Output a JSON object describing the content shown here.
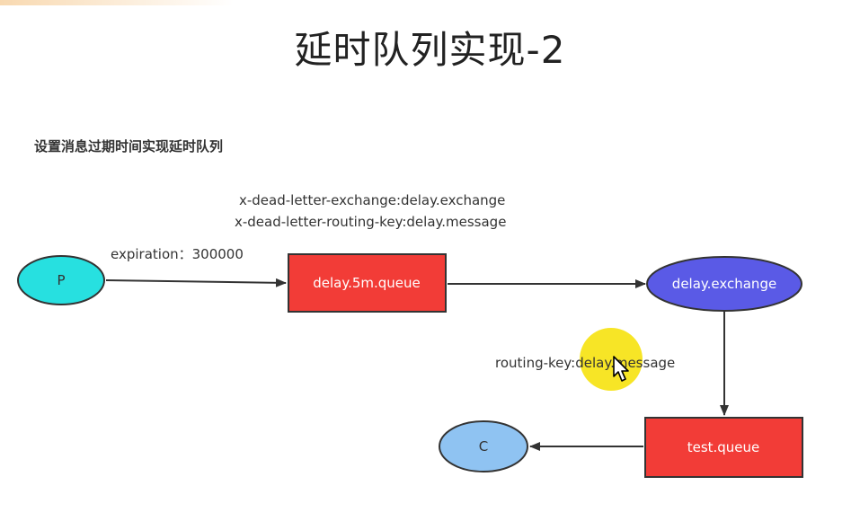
{
  "title": "延时队列实现-2",
  "subtitle": "设置消息过期时间实现延时队列",
  "labels": {
    "dead_letter_exchange": "x-dead-letter-exchange:delay.exchange",
    "dead_letter_routing_key": "x-dead-letter-routing-key:delay.message",
    "expiration": "expiration：300000",
    "routing_key": "routing-key:delay.message"
  },
  "nodes": {
    "producer": "P",
    "delay_queue": "delay.5m.queue",
    "delay_exchange": "delay.exchange",
    "test_queue": "test.queue",
    "consumer": "C"
  },
  "colors": {
    "producer_fill": "#27e0e0",
    "queue_fill": "#f23c37",
    "exchange_fill": "#5a5ae6",
    "consumer_fill": "#8fc3f2",
    "stroke": "#333333",
    "highlight": "#f6e100"
  }
}
